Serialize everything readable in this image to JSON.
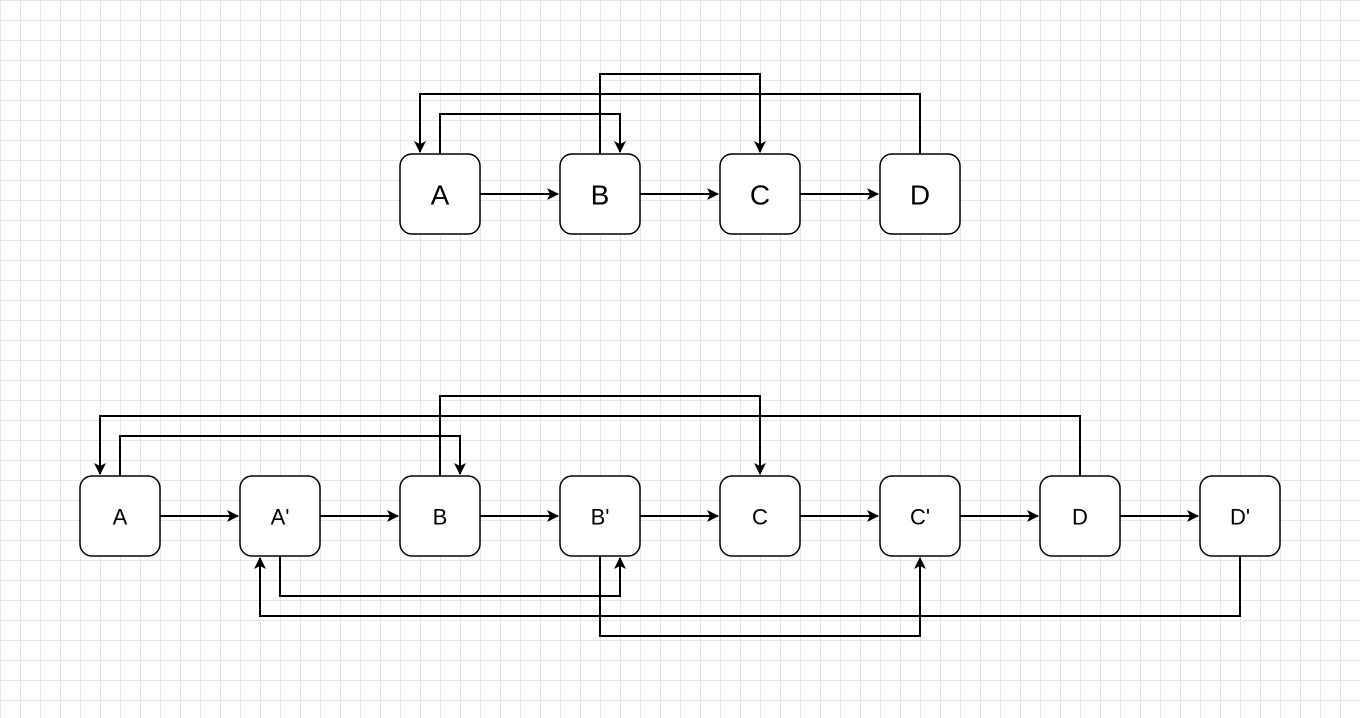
{
  "diagrams": [
    {
      "id": "top",
      "nodes": [
        {
          "id": "A",
          "label": "A"
        },
        {
          "id": "B",
          "label": "B"
        },
        {
          "id": "C",
          "label": "C"
        },
        {
          "id": "D",
          "label": "D"
        }
      ],
      "edges": [
        {
          "from": "A",
          "to": "B"
        },
        {
          "from": "B",
          "to": "C"
        },
        {
          "from": "C",
          "to": "D"
        },
        {
          "from": "A",
          "to": "B"
        },
        {
          "from": "B",
          "to": "C"
        },
        {
          "from": "D",
          "to": "A"
        }
      ]
    },
    {
      "id": "bottom",
      "nodes": [
        {
          "id": "A",
          "label": "A"
        },
        {
          "id": "A'",
          "label": "A'"
        },
        {
          "id": "B",
          "label": "B"
        },
        {
          "id": "B'",
          "label": "B'"
        },
        {
          "id": "C",
          "label": "C"
        },
        {
          "id": "C'",
          "label": "C'"
        },
        {
          "id": "D",
          "label": "D"
        },
        {
          "id": "D'",
          "label": "D'"
        }
      ],
      "edges": [
        {
          "from": "A",
          "to": "A'"
        },
        {
          "from": "A'",
          "to": "B"
        },
        {
          "from": "B",
          "to": "B'"
        },
        {
          "from": "B'",
          "to": "C"
        },
        {
          "from": "C",
          "to": "C'"
        },
        {
          "from": "C'",
          "to": "D"
        },
        {
          "from": "D",
          "to": "D'"
        },
        {
          "from": "A",
          "to": "B"
        },
        {
          "from": "B",
          "to": "C"
        },
        {
          "from": "D",
          "to": "A"
        },
        {
          "from": "A'",
          "to": "B'"
        },
        {
          "from": "B'",
          "to": "C'"
        },
        {
          "from": "D'",
          "to": "A'"
        }
      ]
    }
  ]
}
